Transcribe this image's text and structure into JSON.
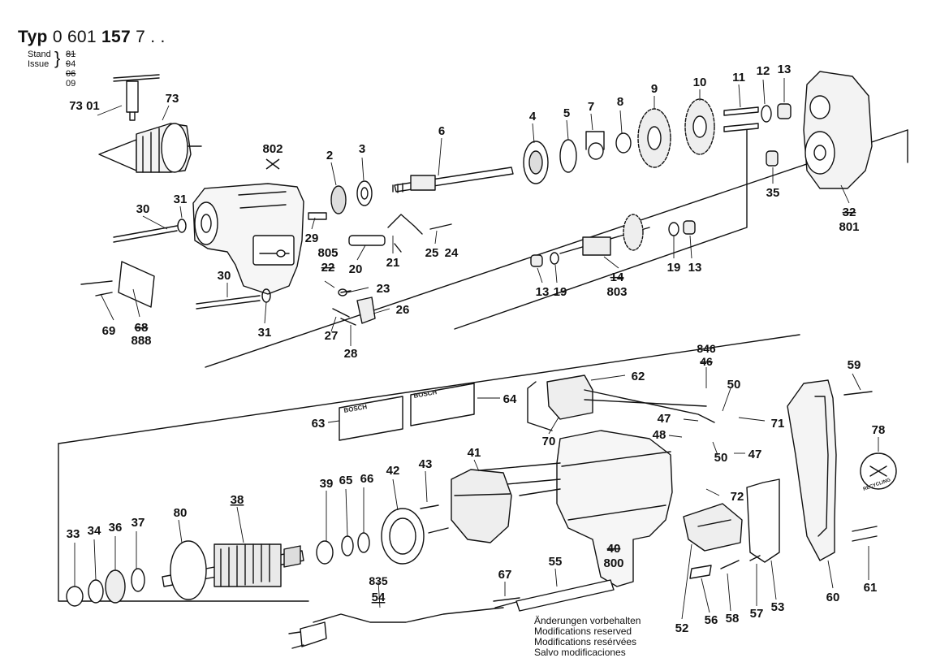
{
  "header": {
    "typ_label": "Typ",
    "typ_number_a": "0 601",
    "typ_number_b": "157",
    "typ_number_c": "7 . .",
    "stand_label": "Stand",
    "issue_label": "Issue",
    "stand_value": "81 - 06",
    "issue_value": "94 - 09"
  },
  "notice": [
    "Änderungen vorbehalten",
    "Modifications reserved",
    "Modifications resérvées",
    "Salvo modificaciones"
  ],
  "labels": {
    "p73_01": "73 01",
    "p73": "73",
    "p802": "802",
    "p2": "2",
    "p3": "3",
    "p6": "6",
    "p4": "4",
    "p5": "5",
    "p7": "7",
    "p8": "8",
    "p9": "9",
    "p10": "10",
    "p11": "11",
    "p12": "12",
    "p13a": "13",
    "p35": "35",
    "p32": "32",
    "p801": "801",
    "p30a": "30",
    "p31a": "31",
    "p29": "29",
    "p805": "805",
    "p22": "22",
    "p20": "20",
    "p21": "21",
    "p25": "25",
    "p24": "24",
    "p13b": "13",
    "p19b": "19",
    "p13c": "13",
    "p19c": "19",
    "p14": "14",
    "p803": "803",
    "p30b": "30",
    "p23": "23",
    "p26": "26",
    "p69": "69",
    "p68": "68",
    "p888": "888",
    "p31b": "31",
    "p27": "27",
    "p28": "28",
    "p846": "846",
    "p46": "46",
    "p62": "62",
    "p59": "59",
    "p50a": "50",
    "p64": "64",
    "p63": "63",
    "p47a": "47",
    "p71": "71",
    "p48": "48",
    "p70": "70",
    "p50b": "50",
    "p47b": "47",
    "p78": "78",
    "p41": "41",
    "p43": "43",
    "p42": "42",
    "p39": "39",
    "p65": "65",
    "p66": "66",
    "p80": "80",
    "p38": "38",
    "p33": "33",
    "p34": "34",
    "p36": "36",
    "p37": "37",
    "p72": "72",
    "p40": "40",
    "p800": "800",
    "p835": "835",
    "p54": "54",
    "p67": "67",
    "p55": "55",
    "p52": "52",
    "p56": "56",
    "p58": "58",
    "p57": "57",
    "p53": "53",
    "p60": "60",
    "p61": "61"
  },
  "brand_badge": "BOSCH",
  "eco_badge": "RECYCLING"
}
